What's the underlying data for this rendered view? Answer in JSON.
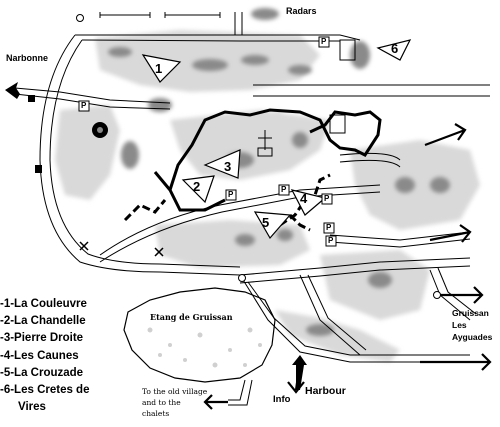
{
  "places": {
    "radars": "Radars",
    "narbonne": "Narbonne",
    "etang": "Etang de Gruissan",
    "gruissan_line1": "Gruissan",
    "gruissan_line2": "Les",
    "gruissan_line3": "Ayguades",
    "harbour": "Harbour",
    "info": "Info",
    "old_village_line1": "To the old village",
    "old_village_line2": "and to the",
    "old_village_line3": "chalets"
  },
  "parking_symbol": "P",
  "numbers": [
    "1",
    "2",
    "3",
    "4",
    "5",
    "6"
  ],
  "legend": [
    "-1-La Couleuvre",
    "-2-La Chandelle",
    "-3-Pierre Droite",
    "-4-Les Caunes",
    "-5-La Crouzade",
    "-6-Les Cretes de",
    "Vires"
  ]
}
